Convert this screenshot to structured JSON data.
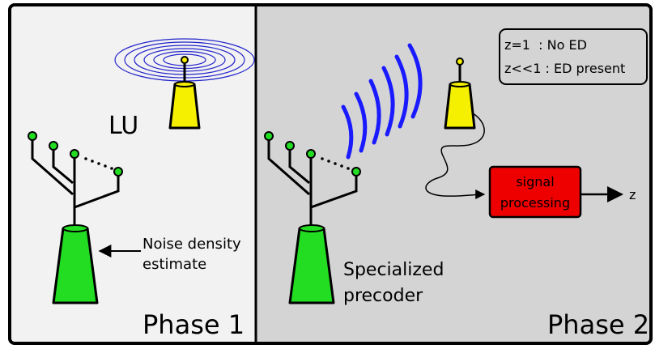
{
  "phase1": {
    "title": "Phase 1",
    "lu_label": "LU",
    "annotation_line1": "Noise density",
    "annotation_line2": "estimate"
  },
  "phase2": {
    "title": "Phase 2",
    "precoder_line1": "Specialized",
    "precoder_line2": "precoder",
    "legend_line1": "z=1  : No ED",
    "legend_line2": "z<<1 : ED present",
    "processing_line1": "signal",
    "processing_line2": "processing",
    "output_label": "z"
  },
  "colors": {
    "phase1_background": "#f2f2f2",
    "phase2_background": "#d4d4d4",
    "antenna_green": "#22dd22",
    "receiver_yellow": "#f5f000",
    "wave_blue_phase1": "#2222cc",
    "wave_blue_phase2": "#1a1aff",
    "processing_red": "#ee0000"
  },
  "icons": [
    "green-antenna-array-icon",
    "yellow-receiver-antenna-icon",
    "radio-wave-icon",
    "signal-processing-block-icon"
  ]
}
